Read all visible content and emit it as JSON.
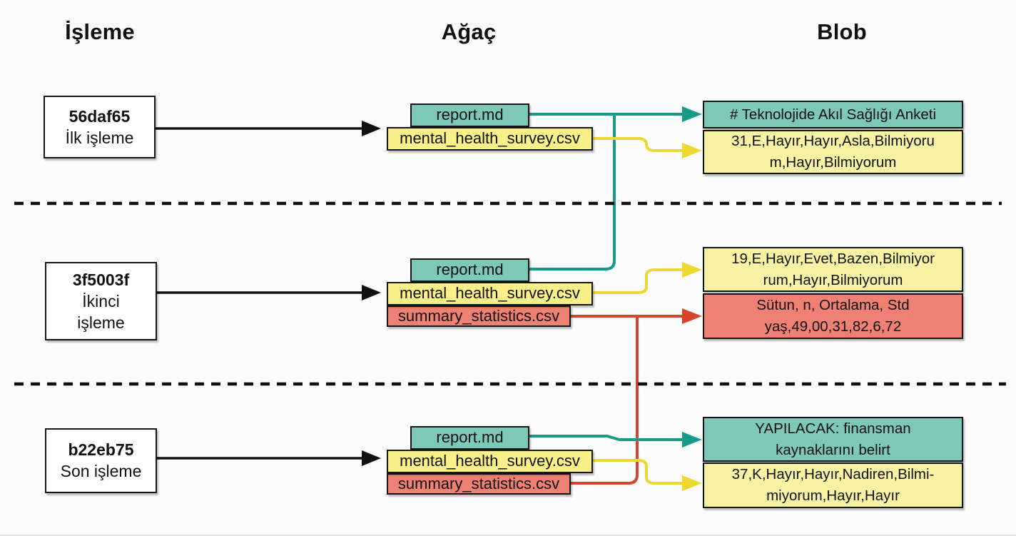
{
  "headers": {
    "commit": "İşleme",
    "tree": "Ağaç",
    "blob": "Blob"
  },
  "commits": [
    {
      "hash": "56daf65",
      "label": "İlk işleme"
    },
    {
      "hash": "3f5003f",
      "label": "İkinci\nişleme"
    },
    {
      "hash": "b22eb75",
      "label": "Son işleme"
    }
  ],
  "trees": {
    "row1": {
      "report": "report.md",
      "survey": "mental_health_survey.csv"
    },
    "row2": {
      "report": "report.md",
      "survey": "mental_health_survey.csv",
      "summary": "summary_statistics.csv"
    },
    "row3": {
      "report": "report.md",
      "survey": "mental_health_survey.csv",
      "summary": "summary_statistics.csv"
    }
  },
  "blobs": {
    "row1_report": "# Teknolojide Akıl Sağlığı Anketi",
    "row1_survey": "31,E,Hayır,Hayır,Asla,Bilmiyoru\nm,Hayır,Bilmiyorum",
    "row2_survey": "19,E,Hayır,Evet,Bazen,Bilmiyor\nrum,Hayır,Bilmiyorum",
    "row2_summary": "Sütun, n, Ortalama, Std\nyaş,49,00,31,82,6,72",
    "row3_report": "YAPILACAK: finansman\nkaynaklarını belirt",
    "row3_survey": "37,K,Hayır,Hayır,Nadiren,Bilmi-\nmiyorum,Hayır,Hayır"
  },
  "colors": {
    "teal_fill": "#7dc8b8",
    "yellow_fill": "#f9f08a",
    "yellow_pale_fill": "#f8f2a4",
    "red_fill": "#ee8174",
    "teal_line": "#189b86",
    "yellow_line": "#ecd930",
    "red_line": "#d7432c",
    "black_line": "#111111"
  }
}
